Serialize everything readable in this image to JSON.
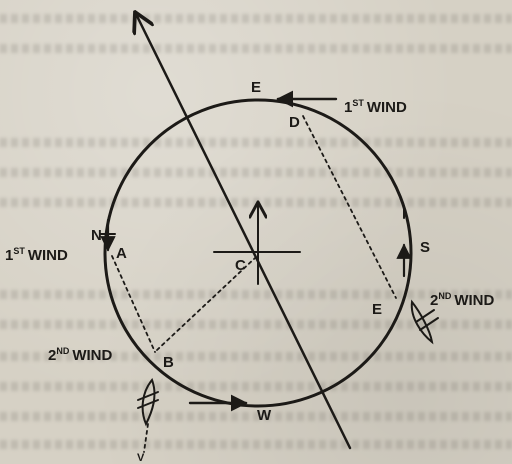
{
  "points": {
    "N": "N",
    "A": "A",
    "B": "B",
    "C": "C",
    "D": "D",
    "E_top": "E",
    "E_right": "E",
    "S": "S",
    "W": "W",
    "V": "V"
  },
  "winds": {
    "first_left": {
      "prefix": "1",
      "ordinal": "ST",
      "word": "WIND"
    },
    "first_right": {
      "prefix": "1",
      "ordinal": "ST",
      "word": "WIND"
    },
    "second_left": {
      "prefix": "2",
      "ordinal": "ND",
      "word": "WIND"
    },
    "second_right": {
      "prefix": "2",
      "ordinal": "ND",
      "word": "WIND"
    }
  },
  "colors": {
    "ink": "#1c1a17",
    "paper": "#d6d1c5"
  }
}
